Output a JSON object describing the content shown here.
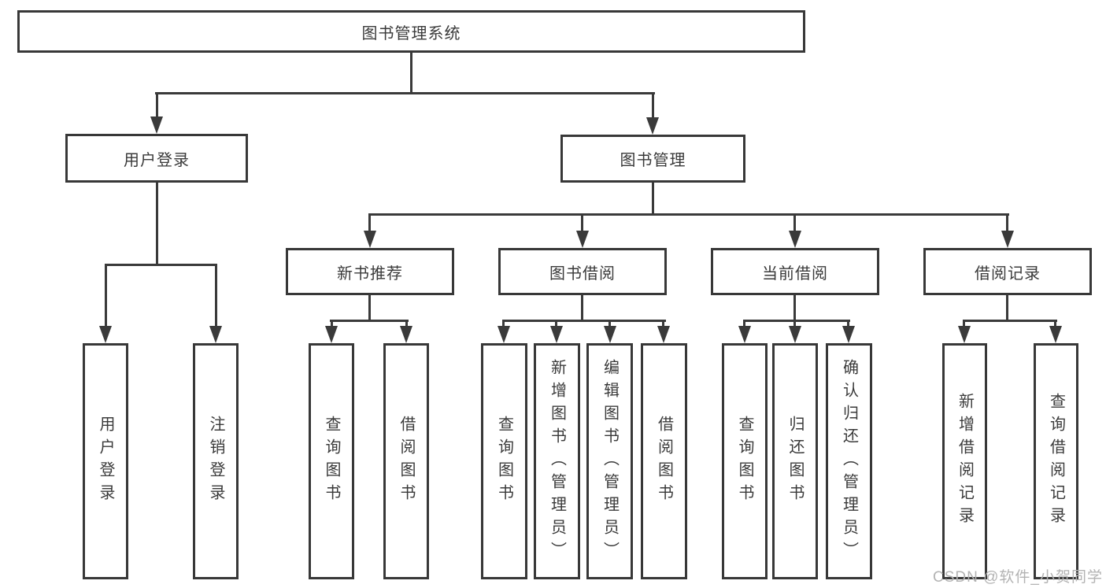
{
  "tree": {
    "label": "图书管理系统",
    "children": [
      {
        "label": "用户登录",
        "children": [
          {
            "label": "用户登录"
          },
          {
            "label": "注销登录"
          }
        ]
      },
      {
        "label": "图书管理",
        "children": [
          {
            "label": "新书推荐",
            "children": [
              {
                "label": "查询图书"
              },
              {
                "label": "借阅图书"
              }
            ]
          },
          {
            "label": "图书借阅",
            "children": [
              {
                "label": "查询图书"
              },
              {
                "label": "新增图书（管理员）"
              },
              {
                "label": "编辑图书（管理员）"
              },
              {
                "label": "借阅图书"
              }
            ]
          },
          {
            "label": "当前借阅",
            "children": [
              {
                "label": "查询图书"
              },
              {
                "label": "归还图书"
              },
              {
                "label": "确认归还（管理员）"
              }
            ]
          },
          {
            "label": "借阅记录",
            "children": [
              {
                "label": "新增借阅记录"
              },
              {
                "label": "查询借阅记录"
              }
            ]
          }
        ]
      }
    ]
  },
  "watermark": {
    "text": "CSDN @软件_小贺同学"
  },
  "colors": {
    "line": "#3a3a3a",
    "border": "#383838",
    "text": "#3a3a3a",
    "background": "#ffffff",
    "watermark": "#b3b3b3"
  }
}
